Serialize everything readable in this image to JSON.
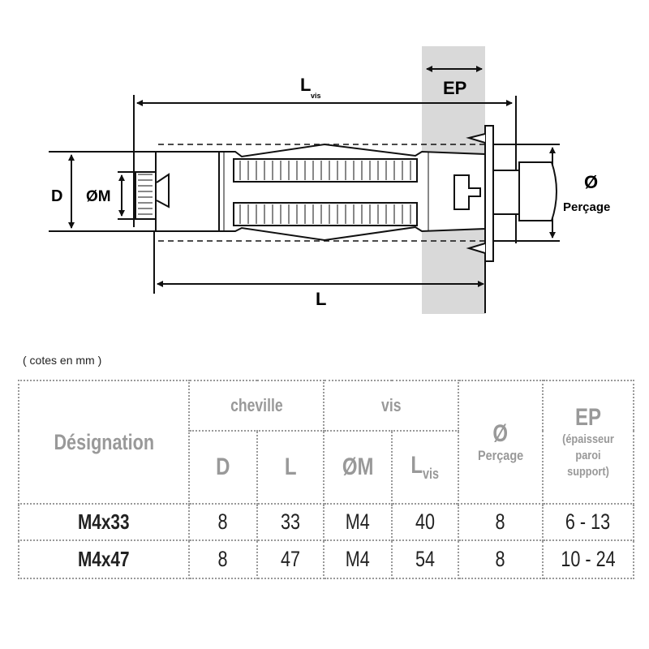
{
  "diagram": {
    "labels": {
      "lvis_main": "L",
      "lvis_sub": "vis",
      "ep": "EP",
      "d": "D",
      "om": "ØM",
      "l": "L",
      "perc_symbol": "Ø",
      "perc_label": "Perçage"
    }
  },
  "note": "( cotes en mm )",
  "table": {
    "header": {
      "designation": "Désignation",
      "cheville": "cheville",
      "vis": "vis",
      "perc_symbol": "Ø",
      "perc_label": "Perçage",
      "ep": "EP",
      "ep_desc": "(épaisseur paroi support)",
      "d": "D",
      "l": "L",
      "om": "ØM",
      "lvis_main": "L",
      "lvis_sub": "vis"
    },
    "rows": [
      {
        "designation": "M4x33",
        "d": "8",
        "l": "33",
        "om": "M4",
        "lvis": "40",
        "percage": "8",
        "ep": "6 - 13"
      },
      {
        "designation": "M4x47",
        "d": "8",
        "l": "47",
        "om": "M4",
        "lvis": "54",
        "percage": "8",
        "ep": "10 - 24"
      }
    ]
  }
}
